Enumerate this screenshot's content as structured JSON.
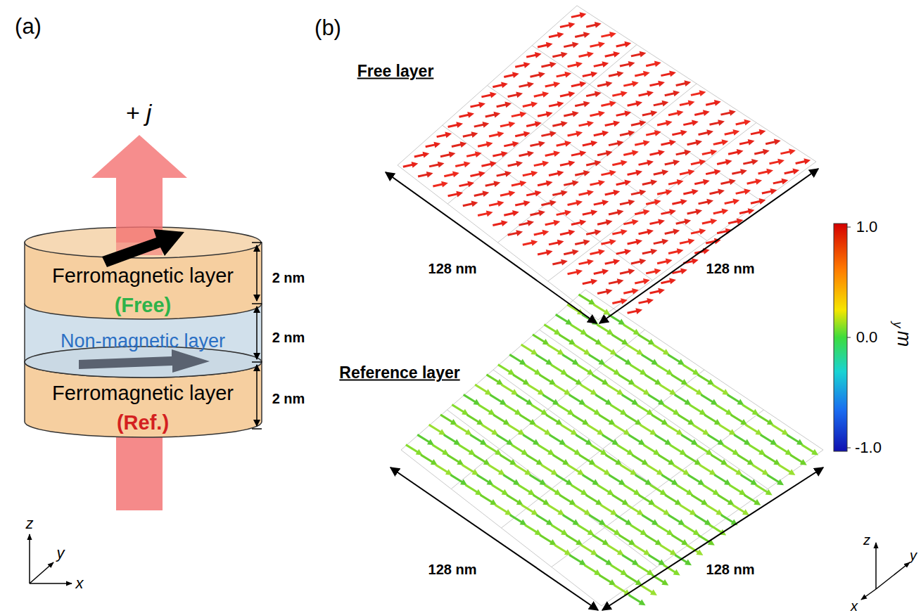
{
  "diagram": {
    "nodes": [
      {
        "text": [
          "Ferromagnetic layer",
          "(Free)"
        ]
      },
      {
        "text": [
          "Non-magnetic layer"
        ]
      },
      {
        "text": [
          "Ferromagnetic layer",
          "(Ref.)"
        ]
      }
    ],
    "labels": [
      "(a)",
      "+ j",
      "2 nm",
      "2 nm",
      "2 nm",
      "z",
      "y",
      "x",
      "(b)",
      "Free layer",
      "128 nm",
      "128 nm",
      "Reference layer",
      "128 nm",
      "128 nm",
      "1.0",
      "0.0",
      "-1.0",
      "m",
      "y",
      "z",
      "y",
      "x"
    ]
  }
}
